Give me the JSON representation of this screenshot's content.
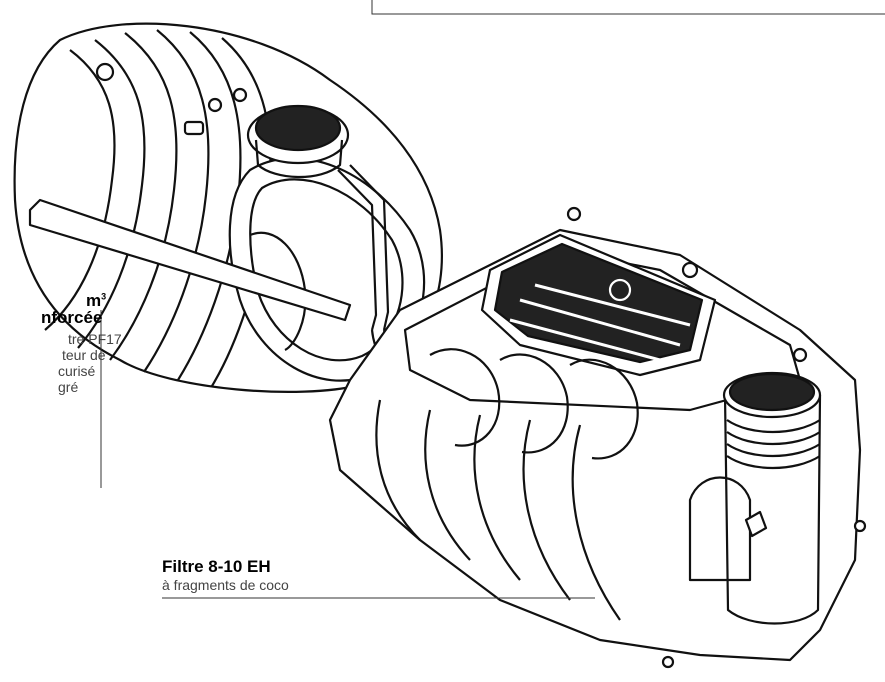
{
  "tank_label": {
    "title_line1": "m",
    "title_sup": "3",
    "title_line2": "nforcée",
    "desc": [
      "tre PF17",
      "teur de",
      "curisé",
      "gré"
    ]
  },
  "filter_label": {
    "title": "Filtre 8-10 EH",
    "desc": "à fragments de coco"
  }
}
